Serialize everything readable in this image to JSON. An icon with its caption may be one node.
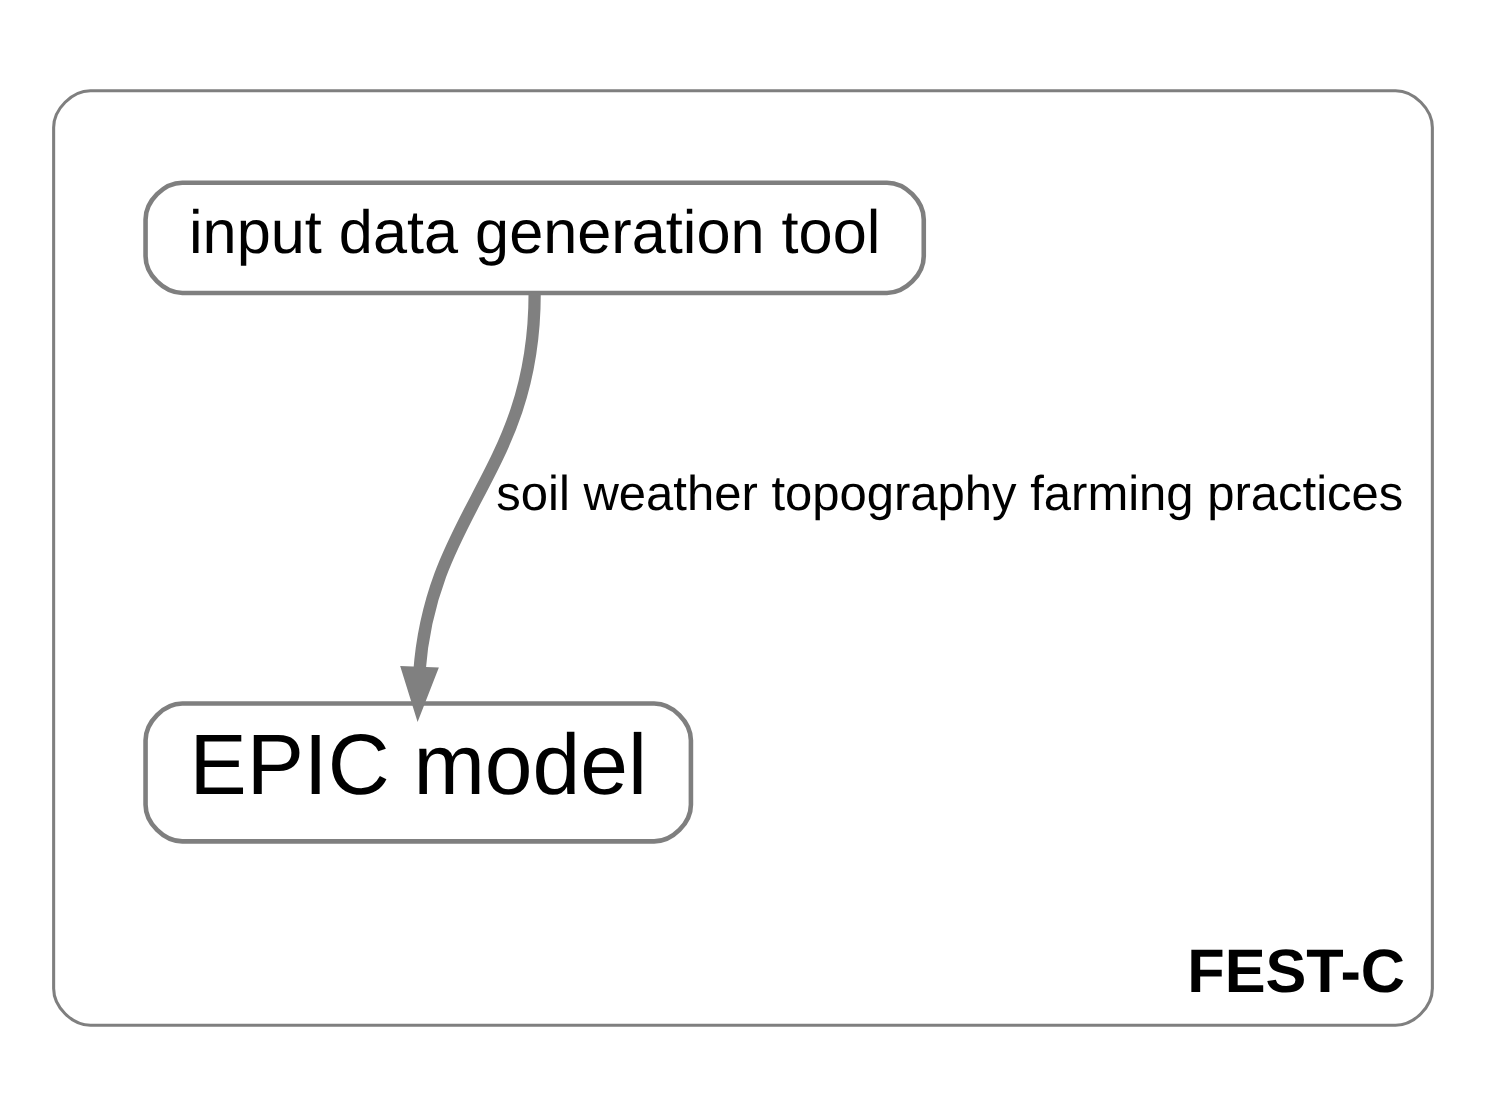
{
  "diagram": {
    "nodes": [
      {
        "text": [
          "FEST-C"
        ]
      },
      {
        "text": [
          "input data generation tool"
        ],
        "in": 0
      },
      {
        "text": [
          "EPIC model"
        ],
        "in": 0
      }
    ],
    "edges": [
      {
        "from": 1,
        "to": 2,
        "arrow": "to",
        "label": "soil weather topography farming practices"
      }
    ]
  }
}
